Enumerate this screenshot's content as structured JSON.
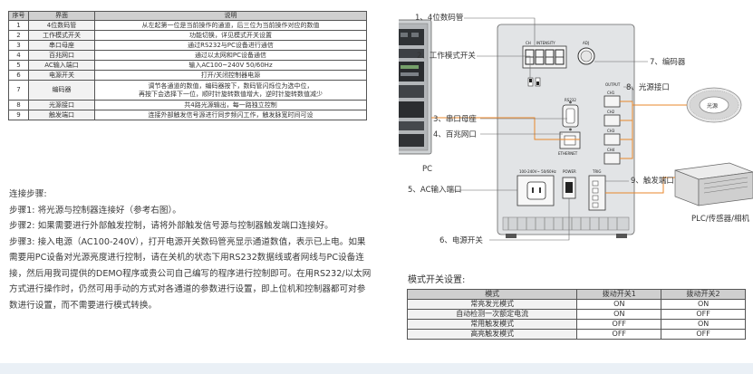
{
  "params_table": {
    "headers": [
      "序号",
      "界面",
      "说明"
    ],
    "rows": [
      {
        "idx": "1",
        "name": "4位数码管",
        "desc": "从左起第一位是当前操作的通道，后三位为当前操作对应的数值"
      },
      {
        "idx": "2",
        "name": "工作模式开关",
        "desc": "功能切换，详见模式开关设置"
      },
      {
        "idx": "3",
        "name": "串口母座",
        "desc": "通过RS232与PC设备进行通信"
      },
      {
        "idx": "4",
        "name": "百兆网口",
        "desc": "通过以太网和PC设备通信"
      },
      {
        "idx": "5",
        "name": "AC输入端口",
        "desc": "输入AC100~240V 50/60Hz"
      },
      {
        "idx": "6",
        "name": "电源开关",
        "desc": "打开/关闭控制器电源"
      },
      {
        "idx": "7",
        "name": "编码器",
        "desc": "调节各通道的数值，编码器按下，数码管闪烁位为选中位，\n再按下会选择下一位，顺时针旋转数值增大，逆时针旋转数值减少"
      },
      {
        "idx": "8",
        "name": "光源接口",
        "desc": "共4路光源输出，每一路独立控制"
      },
      {
        "idx": "9",
        "name": "触发端口",
        "desc": "连接外部触发信号源进行同步频闪工作，触发脉宽时间可设"
      }
    ]
  },
  "steps": {
    "title": "连接步骤:",
    "step1": "步骤1: 将光源与控制器连接好（参考右图）。",
    "step2": "步骤2: 如果需要进行外部触发控制，请将外部触发信号源与控制器触发端口连接好。",
    "step3": "步骤3: 接入电源（AC100-240V），打开电源开关数码管亮显示通道数值，表示已上电。如果需要用PC设备对光源亮度进行控制，请在关机的状态下用RS232数据线或者网线与PC设备连接，然后用我司提供的DEMO程序或贵公司自己编写的程序进行控制即可。在用RS232/以太网方式进行操作时，仍然可用手动的方式对各通道的参数进行设置，即上位机和控制器都可对参数进行设置，而不需要进行模式转换。"
  },
  "diagram": {
    "callouts": {
      "c1": "1、4位数码管",
      "c2": "2、工作模式开关",
      "c3": "3、串口母座",
      "c4": "4、百兆网口",
      "c5": "5、AC输入端口",
      "c6": "6、电源开关",
      "c7": "7、编码器",
      "c8": "8、光源接口",
      "c9": "9、触发端口"
    },
    "pc_label": "PC",
    "ring_label": "光源",
    "plc_label": "PLC/传感器/相机",
    "panel_text": {
      "ch": "CH",
      "intensity": "INTENSITY",
      "adj": "ADJ",
      "output": "OUTPUT",
      "rs232": "RS232",
      "ethernet": "ETHERNET",
      "ac_rating": "100-240V~ 50/60Hz",
      "power": "POWER",
      "trig": "TRIG",
      "ch1": "CH1",
      "ch2": "CH2",
      "ch3": "CH3",
      "ch4": "CH4"
    }
  },
  "modes": {
    "title": "模式开关设置:",
    "headers": [
      "模式",
      "拨动开关1",
      "拨动开关2"
    ],
    "rows": [
      {
        "mode": "常亮发光模式",
        "s1": "ON",
        "s2": "ON"
      },
      {
        "mode": "自动检测一次额定电流",
        "s1": "ON",
        "s2": "OFF"
      },
      {
        "mode": "常用触发模式",
        "s1": "OFF",
        "s2": "ON"
      },
      {
        "mode": "高亮触发模式",
        "s1": "OFF",
        "s2": "OFF"
      }
    ]
  }
}
